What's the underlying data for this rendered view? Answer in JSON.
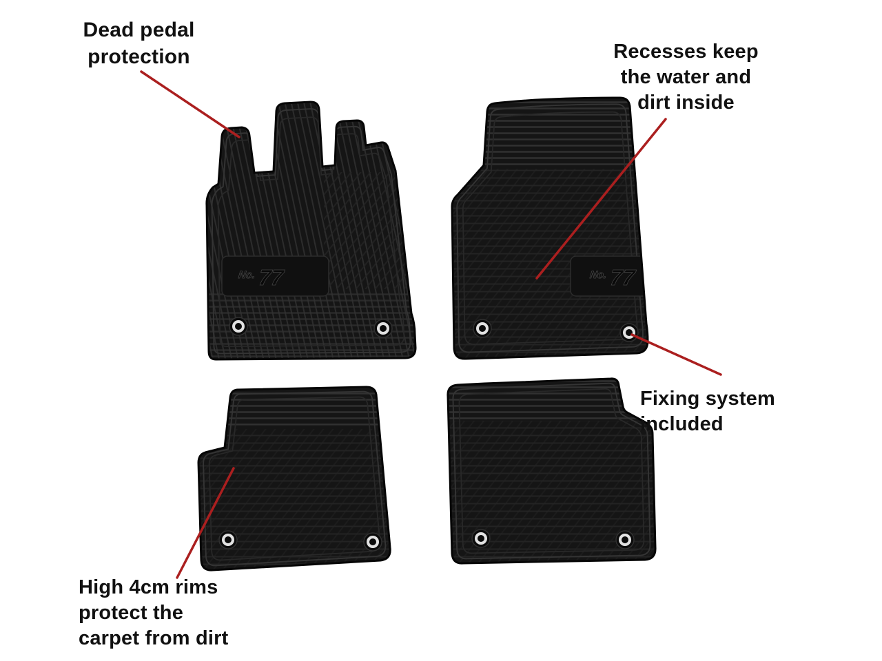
{
  "annotations": {
    "dead_pedal": "Dead pedal\nprotection",
    "recesses": "Recesses keep\nthe water and\ndirt inside",
    "fixing": "Fixing system\nincluded",
    "rims": "High 4cm rims\nprotect the\ncarpet  from dirt"
  },
  "mats": {
    "logo_no": "No.",
    "logo_77": "77",
    "items": [
      "front-left-mat",
      "front-right-mat",
      "rear-left-mat",
      "rear-right-mat"
    ]
  },
  "colors": {
    "annotation_line": "#ab1f1f",
    "mat_black": "#151515",
    "text": "#111111",
    "background": "#ffffff"
  }
}
